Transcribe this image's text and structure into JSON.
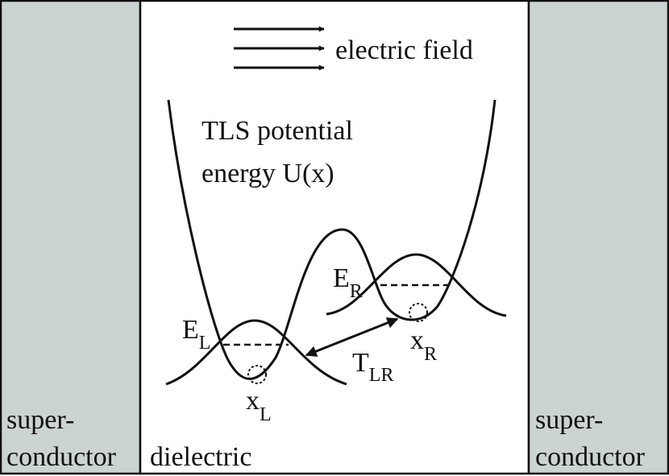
{
  "panels": {
    "left_label_line1": "super-",
    "left_label_line2": "conductor",
    "center_label": "dielectric",
    "right_label_line1": "super-",
    "right_label_line2": "conductor",
    "superconductor_color": "#ccd3d3"
  },
  "field": {
    "label": "electric field"
  },
  "potential": {
    "title_line1": "TLS potential",
    "title_line2": "energy U(x)"
  },
  "levels": {
    "left_main": "E",
    "left_sub": "L",
    "right_main": "E",
    "right_sub": "R"
  },
  "positions": {
    "left_main": "x",
    "left_sub": "L",
    "right_main": "x",
    "right_sub": "R"
  },
  "tunneling": {
    "main": "T",
    "sub": "LR"
  }
}
